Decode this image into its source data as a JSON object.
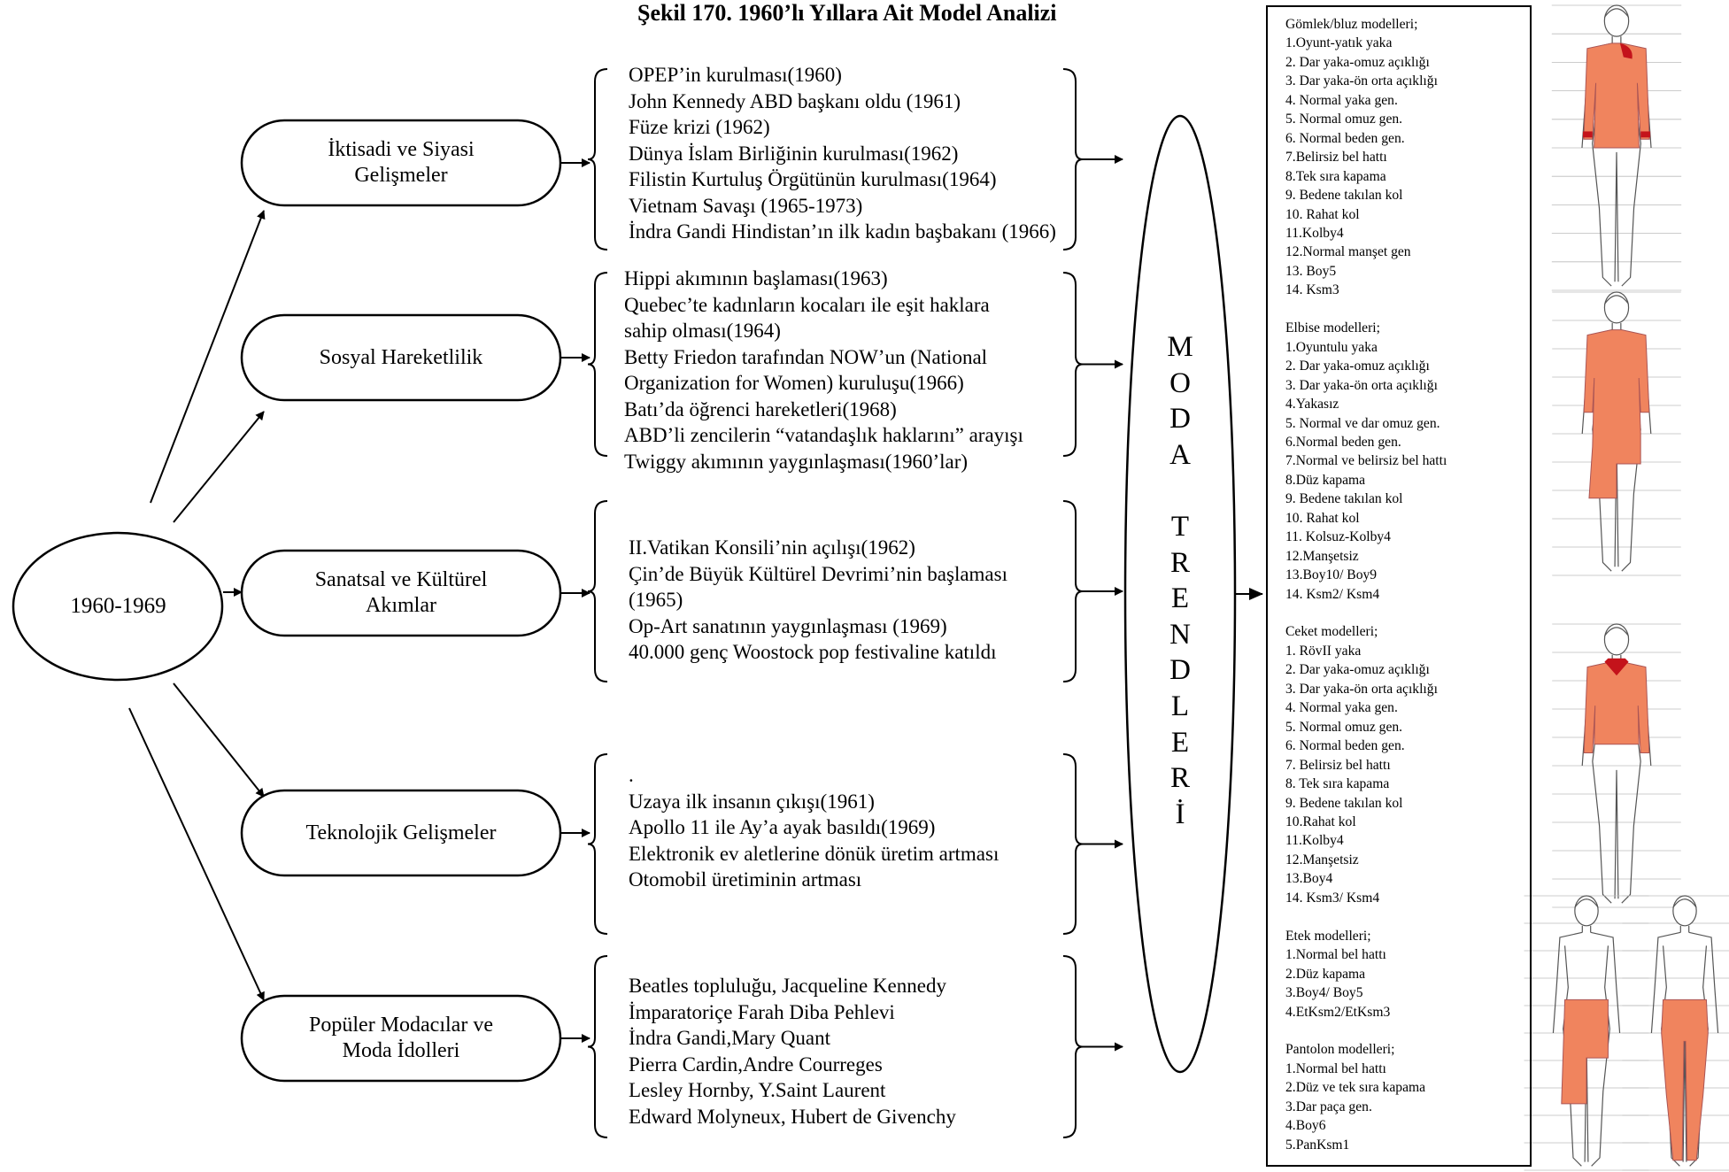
{
  "title": "Şekil 170. 1960’lı Yıllara Ait Model Analizi",
  "center": {
    "label": "1960-1969"
  },
  "categories": [
    {
      "lines": [
        "İktisadi ve Siyasi",
        "Gelişmeler"
      ]
    },
    {
      "lines": [
        "Sosyal Hareketlilik"
      ]
    },
    {
      "lines": [
        "Sanatsal ve Kültürel",
        "Akımlar"
      ]
    },
    {
      "lines": [
        "Teknolojik Gelişmeler"
      ]
    },
    {
      "lines": [
        "Popüler Modacılar ve",
        "Moda İdolleri"
      ]
    }
  ],
  "events": [
    {
      "items": [
        "OPEP’in kurulması(1960)",
        "John Kennedy ABD başkanı oldu (1961)",
        "Füze krizi (1962)",
        "Dünya İslam Birliğinin kurulması(1962)",
        "Filistin Kurtuluş Örgütünün kurulması(1964)",
        "Vietnam Savaşı (1965-1973)",
        "İndra Gandi Hindistan’ın ilk kadın başbakanı (1966)"
      ]
    },
    {
      "items": [
        "Hippi akımının başlaması(1963)",
        "Quebec’te kadınların kocaları ile eşit haklara",
        " sahip olması(1964)",
        "Betty Friedon tarafından NOW’un (National",
        "Organization for Women) kuruluşu(1966)",
        "Batı’da öğrenci hareketleri(1968)",
        "ABD’li zencilerin “vatandaşlık haklarını” arayışı",
        "Twiggy akımının yaygınlaşması(1960’lar)"
      ]
    },
    {
      "items": [
        "II.Vatikan Konsili’nin açılışı(1962)",
        "Çin’de Büyük Kültürel Devrimi’nin başlaması",
        " (1965)",
        "Op-Art sanatının yaygınlaşması (1969)",
        "40.000 genç Woostock pop festivaline katıldı"
      ]
    },
    {
      "items": [
        ".",
        "Uzaya ilk insanın çıkışı(1961)",
        "Apollo 11 ile Ay’a ayak basıldı(1969)",
        "Elektronik ev aletlerine dönük üretim artması",
        "Otomobil üretiminin artması"
      ]
    },
    {
      "items": [
        "Beatles topluluğu, Jacqueline Kennedy",
        "İmparatoriçe Farah Diba Pehlevi",
        "İndra Gandi,Mary Quant",
        "Pierra Cardin,Andre Courreges",
        "Lesley Hornby, Y.Saint Laurent",
        "Edward Molyneux, Hubert de Givenchy"
      ]
    }
  ],
  "moda_trendleri": [
    "M",
    "O",
    "D",
    "A",
    "",
    "T",
    "R",
    "E",
    "N",
    "D",
    "L",
    "E",
    "R",
    "İ"
  ],
  "model_groups": [
    {
      "heading": "Gömlek/bluz modelleri;",
      "items": [
        "1.Oyunt-yatık yaka",
        "2. Dar yaka-omuz açıklığı",
        "3. Dar yaka-ön orta açıklığı",
        "4. Normal yaka gen.",
        "5. Normal omuz gen.",
        "6. Normal beden gen.",
        "7.Belirsiz bel hattı",
        "8.Tek sıra kapama",
        "9. Bedene takılan kol",
        "10. Rahat kol",
        "11.Kolby4",
        "12.Normal manşet gen",
        "13. Boy5",
        "14. Ksm3"
      ]
    },
    {
      "heading": "Elbise modelleri;",
      "items": [
        "1.Oyuntulu yaka",
        "2. Dar yaka-omuz açıklığı",
        "3. Dar yaka-ön orta açıklığı",
        "4.Yakasız",
        "5. Normal ve dar omuz gen.",
        "6.Normal beden gen.",
        "7.Normal ve belirsiz bel hattı",
        "8.Düz kapama",
        "9. Bedene takılan kol",
        "10. Rahat kol",
        "11. Kolsuz-Kolby4",
        "12.Manşetsiz",
        "13.Boy10/ Boy9",
        "14. Ksm2/ Ksm4"
      ]
    },
    {
      "heading": "Ceket modelleri;",
      "items": [
        "1. RövII yaka",
        "2. Dar yaka-omuz açıklığı",
        "3. Dar yaka-ön orta açıklığı",
        "4. Normal yaka gen.",
        "5. Normal omuz gen.",
        "6. Normal beden gen.",
        "7. Belirsiz bel hattı",
        "8. Tek sıra kapama",
        "9. Bedene takılan kol",
        "10.Rahat kol",
        "11.Kolby4",
        "12.Manşetsiz",
        "13.Boy4",
        "14. Ksm3/ Ksm4"
      ]
    },
    {
      "heading": "Etek modelleri;",
      "items": [
        "1.Normal bel hattı",
        "2.Düz kapama",
        "3.Boy4/ Boy5",
        "4.EtKsm2/EtKsm3"
      ]
    },
    {
      "heading": "Pantolon modelleri;",
      "items": [
        "1.Normal bel hattı",
        "2.Düz ve tek sıra kapama",
        "3.Dar paça gen.",
        "4.Boy6",
        "5.PanKsm1"
      ]
    }
  ],
  "figures": [
    {
      "garment": "shirt",
      "fill": "#f0845e",
      "accent": "#c4131b"
    },
    {
      "garment": "dress",
      "fill": "#f0845e",
      "accent": "#f0845e"
    },
    {
      "garment": "jacket",
      "fill": "#f0845e",
      "accent": "#c4131b"
    },
    {
      "garment": "skirt",
      "fill": "#f0845e",
      "accent": "#f0845e"
    },
    {
      "garment": "trousers",
      "fill": "#f0845e",
      "accent": "#f0845e"
    }
  ]
}
